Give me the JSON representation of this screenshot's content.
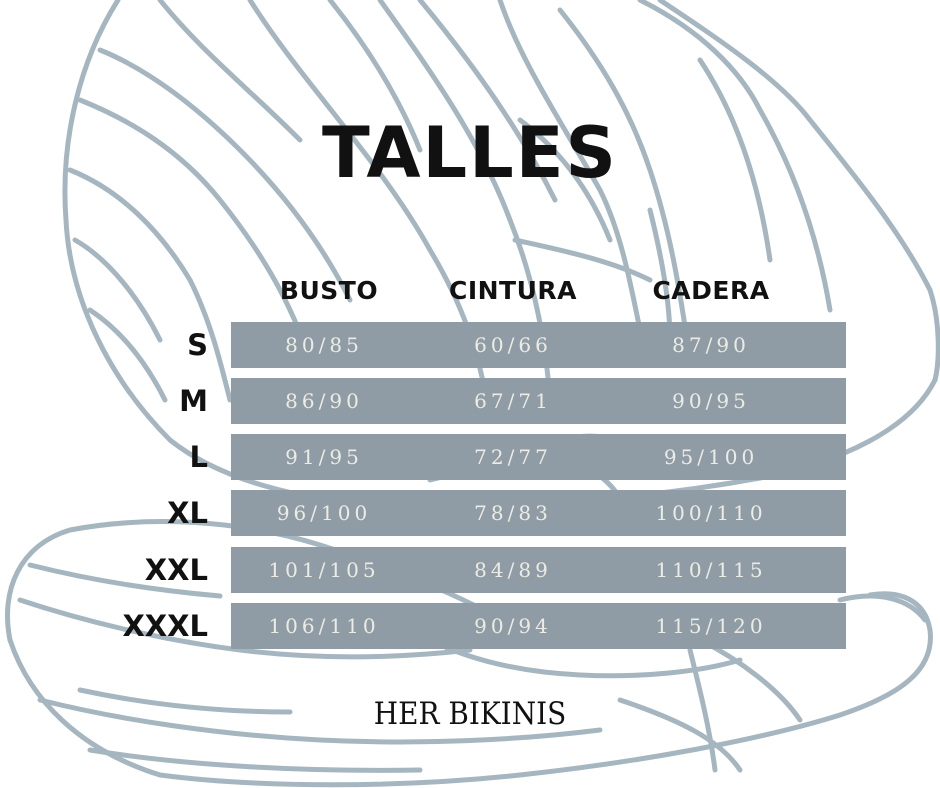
{
  "title": "TALLES",
  "columns": [
    "BUSTO",
    "CINTURA",
    "CADERA"
  ],
  "rows": [
    {
      "size": "S",
      "values": [
        "80/85",
        "60/66",
        "87/90"
      ]
    },
    {
      "size": "M",
      "values": [
        "86/90",
        "67/71",
        "90/95"
      ]
    },
    {
      "size": "L",
      "values": [
        "91/95",
        "72/77",
        "95/100"
      ]
    },
    {
      "size": "XL",
      "values": [
        "96/100",
        "78/83",
        "100/110"
      ]
    },
    {
      "size": "XXL",
      "values": [
        "101/105",
        "84/89",
        "110/115"
      ]
    },
    {
      "size": "XXXL",
      "values": [
        "106/110",
        "90/94",
        "115/120"
      ]
    }
  ],
  "brand": "HER BIKINIS",
  "colors": {
    "background": "#ffffff",
    "row_fill": "#909ca5",
    "cell_text": "#ecece4",
    "heading_text": "#111111",
    "shell_line": "#a6b6c0"
  },
  "decoration": "seashell-line-art"
}
